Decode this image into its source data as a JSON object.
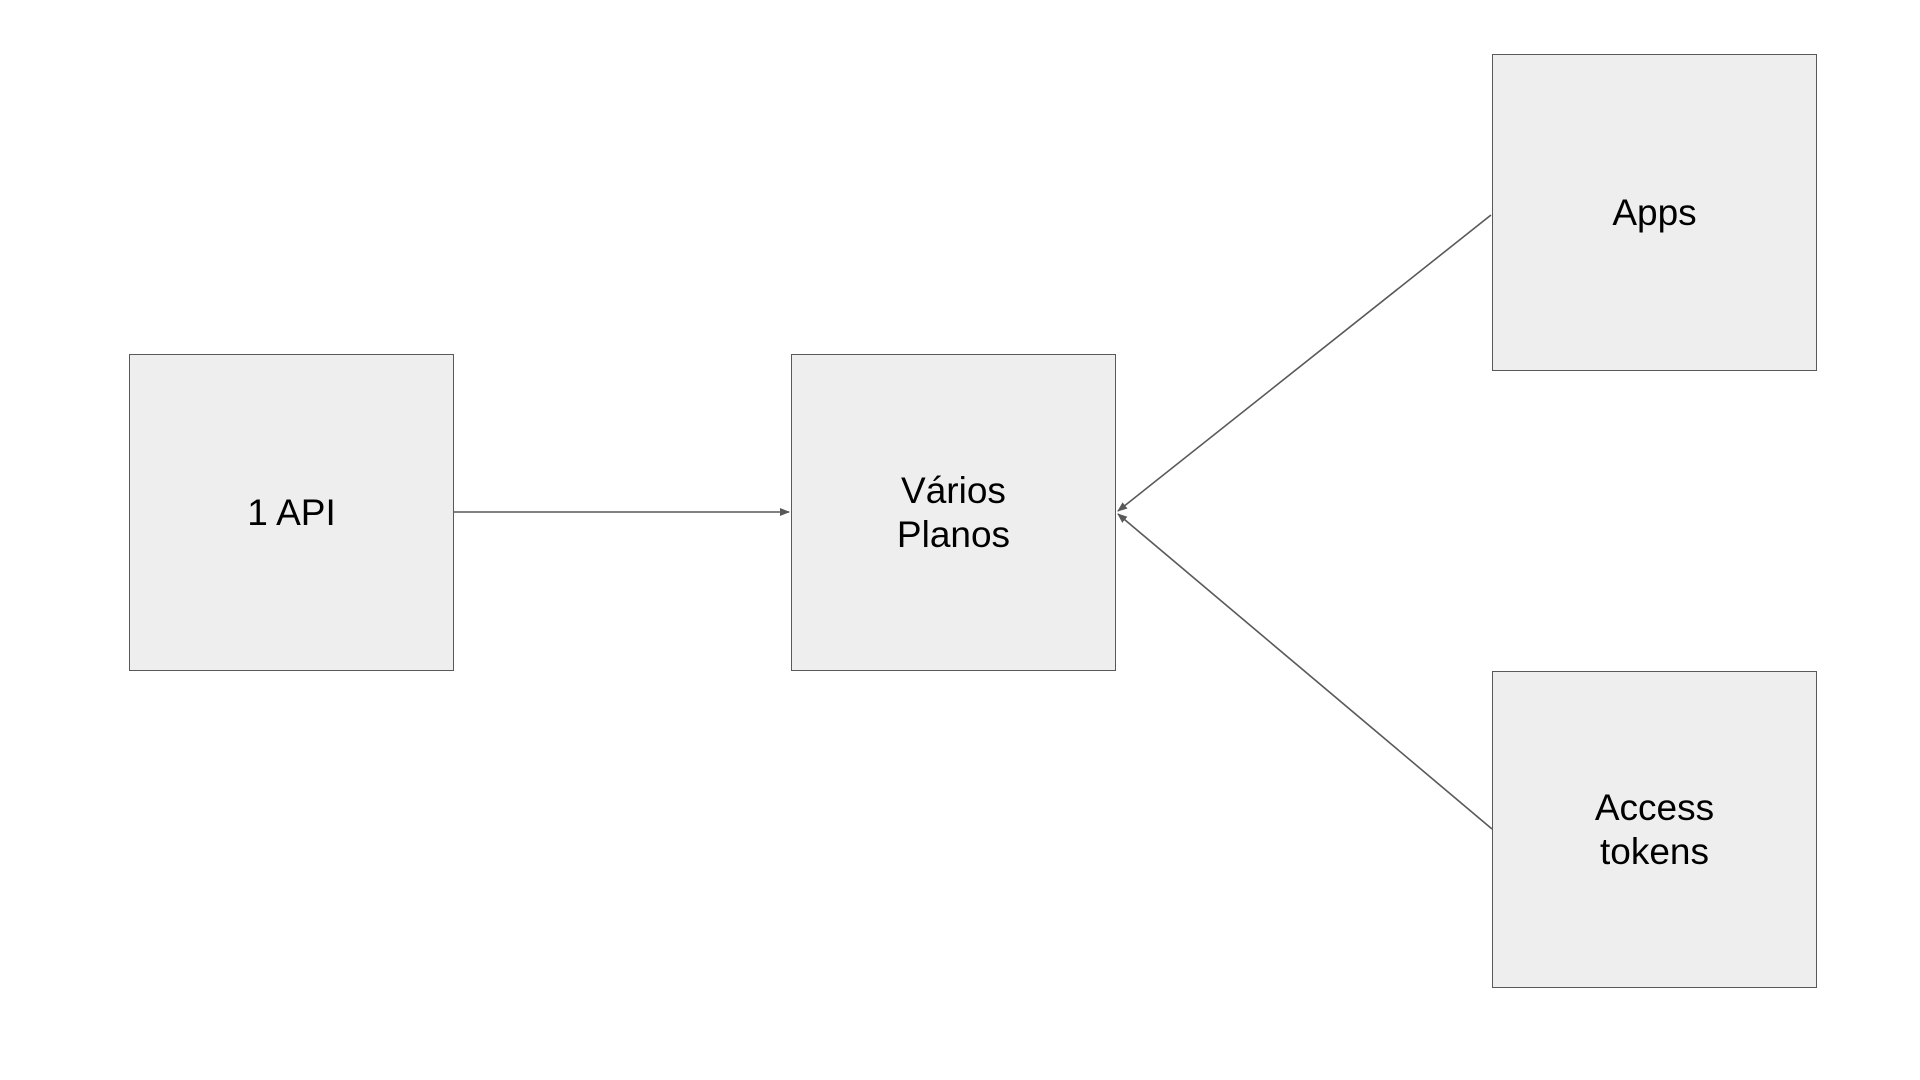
{
  "diagram": {
    "nodes": {
      "api": {
        "label": "1 API"
      },
      "plans": {
        "label": "Vários\nPlanos"
      },
      "apps": {
        "label": "Apps"
      },
      "tokens": {
        "label": "Access\ntokens"
      }
    },
    "edges": [
      {
        "from": "api",
        "to": "plans"
      },
      {
        "from": "apps",
        "to": "plans"
      },
      {
        "from": "tokens",
        "to": "plans"
      }
    ],
    "colors": {
      "node_fill": "#eeeeee",
      "node_border": "#595959",
      "edge": "#595959",
      "text": "#000000"
    }
  }
}
